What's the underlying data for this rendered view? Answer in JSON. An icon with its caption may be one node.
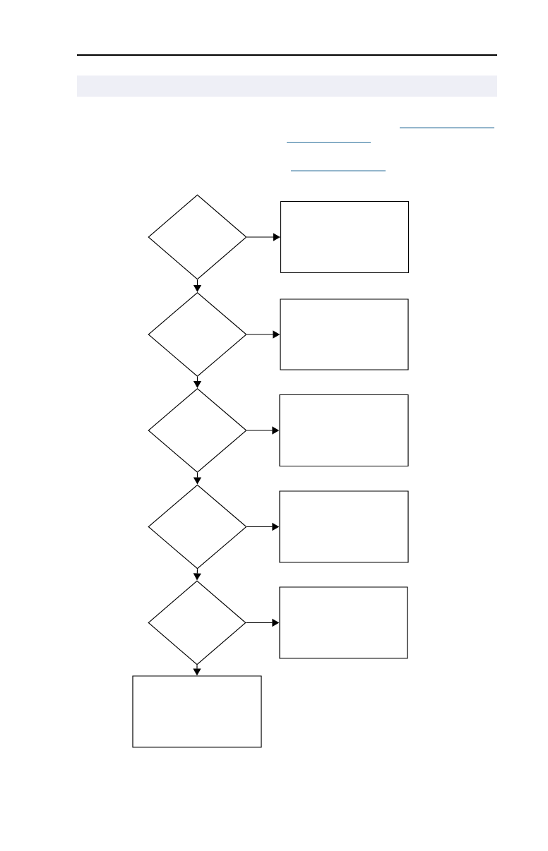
{
  "diagram": {
    "nodes": [
      {
        "text": [],
        "shape": "bar"
      },
      {
        "text": [],
        "shape": "diamond"
      },
      {
        "text": [],
        "shape": "box"
      },
      {
        "text": [],
        "shape": "diamond"
      },
      {
        "text": [],
        "shape": "box"
      },
      {
        "text": [],
        "shape": "diamond"
      },
      {
        "text": [],
        "shape": "box"
      },
      {
        "text": [],
        "shape": "diamond"
      },
      {
        "text": [],
        "shape": "box"
      },
      {
        "text": [],
        "shape": "diamond"
      },
      {
        "text": [],
        "shape": "box"
      },
      {
        "text": [],
        "shape": "box"
      }
    ],
    "edges": [
      {
        "from": 1,
        "to": 2,
        "arrow": "to"
      },
      {
        "from": 1,
        "to": 3,
        "arrow": "to"
      },
      {
        "from": 3,
        "to": 4,
        "arrow": "to"
      },
      {
        "from": 3,
        "to": 5,
        "arrow": "to"
      },
      {
        "from": 5,
        "to": 6,
        "arrow": "to"
      },
      {
        "from": 5,
        "to": 7,
        "arrow": "to"
      },
      {
        "from": 7,
        "to": 8,
        "arrow": "to"
      },
      {
        "from": 7,
        "to": 9,
        "arrow": "to"
      },
      {
        "from": 9,
        "to": 10,
        "arrow": "to"
      },
      {
        "from": 9,
        "to": 11,
        "arrow": "to"
      }
    ]
  }
}
